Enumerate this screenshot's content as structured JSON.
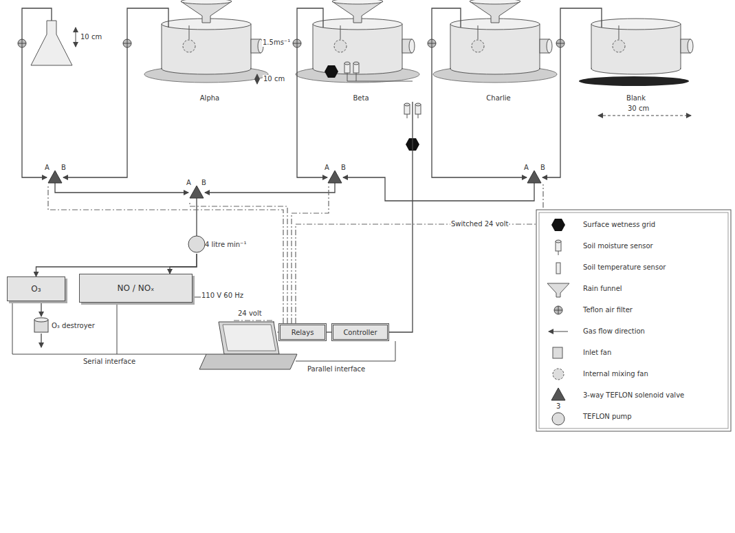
{
  "diagram": {
    "nodes": [
      {
        "text": [
          "Alpha"
        ]
      },
      {
        "text": [
          "Beta"
        ]
      },
      {
        "text": [
          "Charlie"
        ]
      },
      {
        "text": [
          "Blank"
        ]
      },
      {
        "text": [
          "4 litre min⁻¹"
        ]
      },
      {
        "text": [
          "O₃"
        ]
      },
      {
        "text": [
          "NO / NOₓ"
        ]
      },
      {
        "text": [
          "O₃ destroyer"
        ]
      },
      {
        "text": [
          "Relays"
        ]
      },
      {
        "text": [
          "Controller"
        ]
      }
    ],
    "edges": [
      {
        "from": 4,
        "to": 5,
        "arrow": "to"
      },
      {
        "from": 4,
        "to": 6,
        "arrow": "to"
      },
      {
        "from": 5,
        "to": 7,
        "arrow": "to"
      },
      {
        "from": 8,
        "to": 9,
        "arrow": "none"
      },
      {
        "from": 9,
        "to": 1,
        "arrow": "none"
      }
    ],
    "labels": [
      "10 cm",
      "1.5ms⁻¹",
      "10 cm",
      "30 cm",
      "Switched 24 volt",
      "110 V 60 Hz",
      "24 volt",
      "Serial interface",
      "Parallel interface",
      "A",
      "B",
      "A",
      "B",
      "A",
      "B",
      "A",
      "B",
      "3"
    ],
    "legend": [
      {
        "text": "Surface wetness grid"
      },
      {
        "text": "Soil moisture sensor"
      },
      {
        "text": "Soil temperature sensor"
      },
      {
        "text": "Rain funnel"
      },
      {
        "text": "Teflon air filter"
      },
      {
        "text": "Gas flow direction"
      },
      {
        "text": "Inlet fan"
      },
      {
        "text": "Internal mixing fan"
      },
      {
        "text": "3-way TEFLON solenoid valve"
      },
      {
        "text": "TEFLON pump"
      }
    ]
  }
}
